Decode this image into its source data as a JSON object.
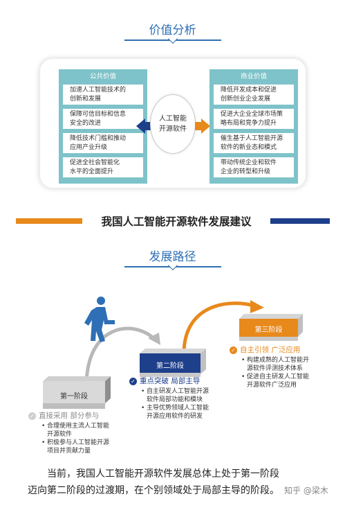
{
  "value_analysis": {
    "title": "价值分析",
    "public": {
      "header": "公共价值",
      "items": [
        [
          "加速人工智能技术的",
          "创新和发展"
        ],
        [
          "保障可信目标和信息",
          "安全的改进"
        ],
        [
          "降低技术门槛和推动",
          "应用产业升级"
        ],
        [
          "促进全社会智能化",
          "水平的全面提升"
        ]
      ]
    },
    "center": [
      "人工智能",
      "开源软件"
    ],
    "business": {
      "header": "商业价值",
      "items": [
        [
          "降低开发成本和促进",
          "创新创业企业发展"
        ],
        [
          "促进大企业全球市场策",
          "略布局和竞争力提升"
        ],
        [
          "催生基于人工智能开源",
          "软件的新业态和模式"
        ],
        [
          "带动传统企业和软件",
          "企业的转型和升级"
        ]
      ]
    }
  },
  "main_heading": "我国人工智能开源软件发展建议",
  "roadmap": {
    "title": "发展路径",
    "stages": [
      {
        "name": "第一阶段",
        "subtitle": "直接采用 部分参与",
        "items": [
          [
            "合理使用主流人工智能",
            "开源软件"
          ],
          [
            "积极参与人工智能开源",
            "项目并贡献力量"
          ]
        ],
        "color": "#a9a9a9"
      },
      {
        "name": "第二阶段",
        "subtitle": "重点突破 局部主导",
        "items": [
          [
            "自主研发人工智能开源",
            "软件局部功能和模块"
          ],
          [
            "主导优势领域人工智能",
            "开源应用软件的研发"
          ]
        ],
        "color": "#1e3f8a"
      },
      {
        "name": "第三阶段",
        "subtitle": "自主引领 广泛应用",
        "items": [
          [
            "构建成熟的人工智能开",
            "源软件评测技术体系"
          ],
          [
            "促进自主研发人工智能",
            "开源软件广泛应用"
          ]
        ],
        "color": "#e8891c"
      }
    ]
  },
  "paragraph": {
    "line1": "当前，我国人工智能开源软件发展总体上处于第一阶段",
    "line2": "迈向第二阶段的过渡期，在个别领域处于局部主导的阶段。"
  },
  "watermark": "知乎 @梁木",
  "colors": {
    "blue": "#2e6fb5",
    "navy": "#1e3f8a",
    "orange": "#e8891c",
    "teal": "#7ec3c9",
    "gray": "#a9a9a9"
  }
}
